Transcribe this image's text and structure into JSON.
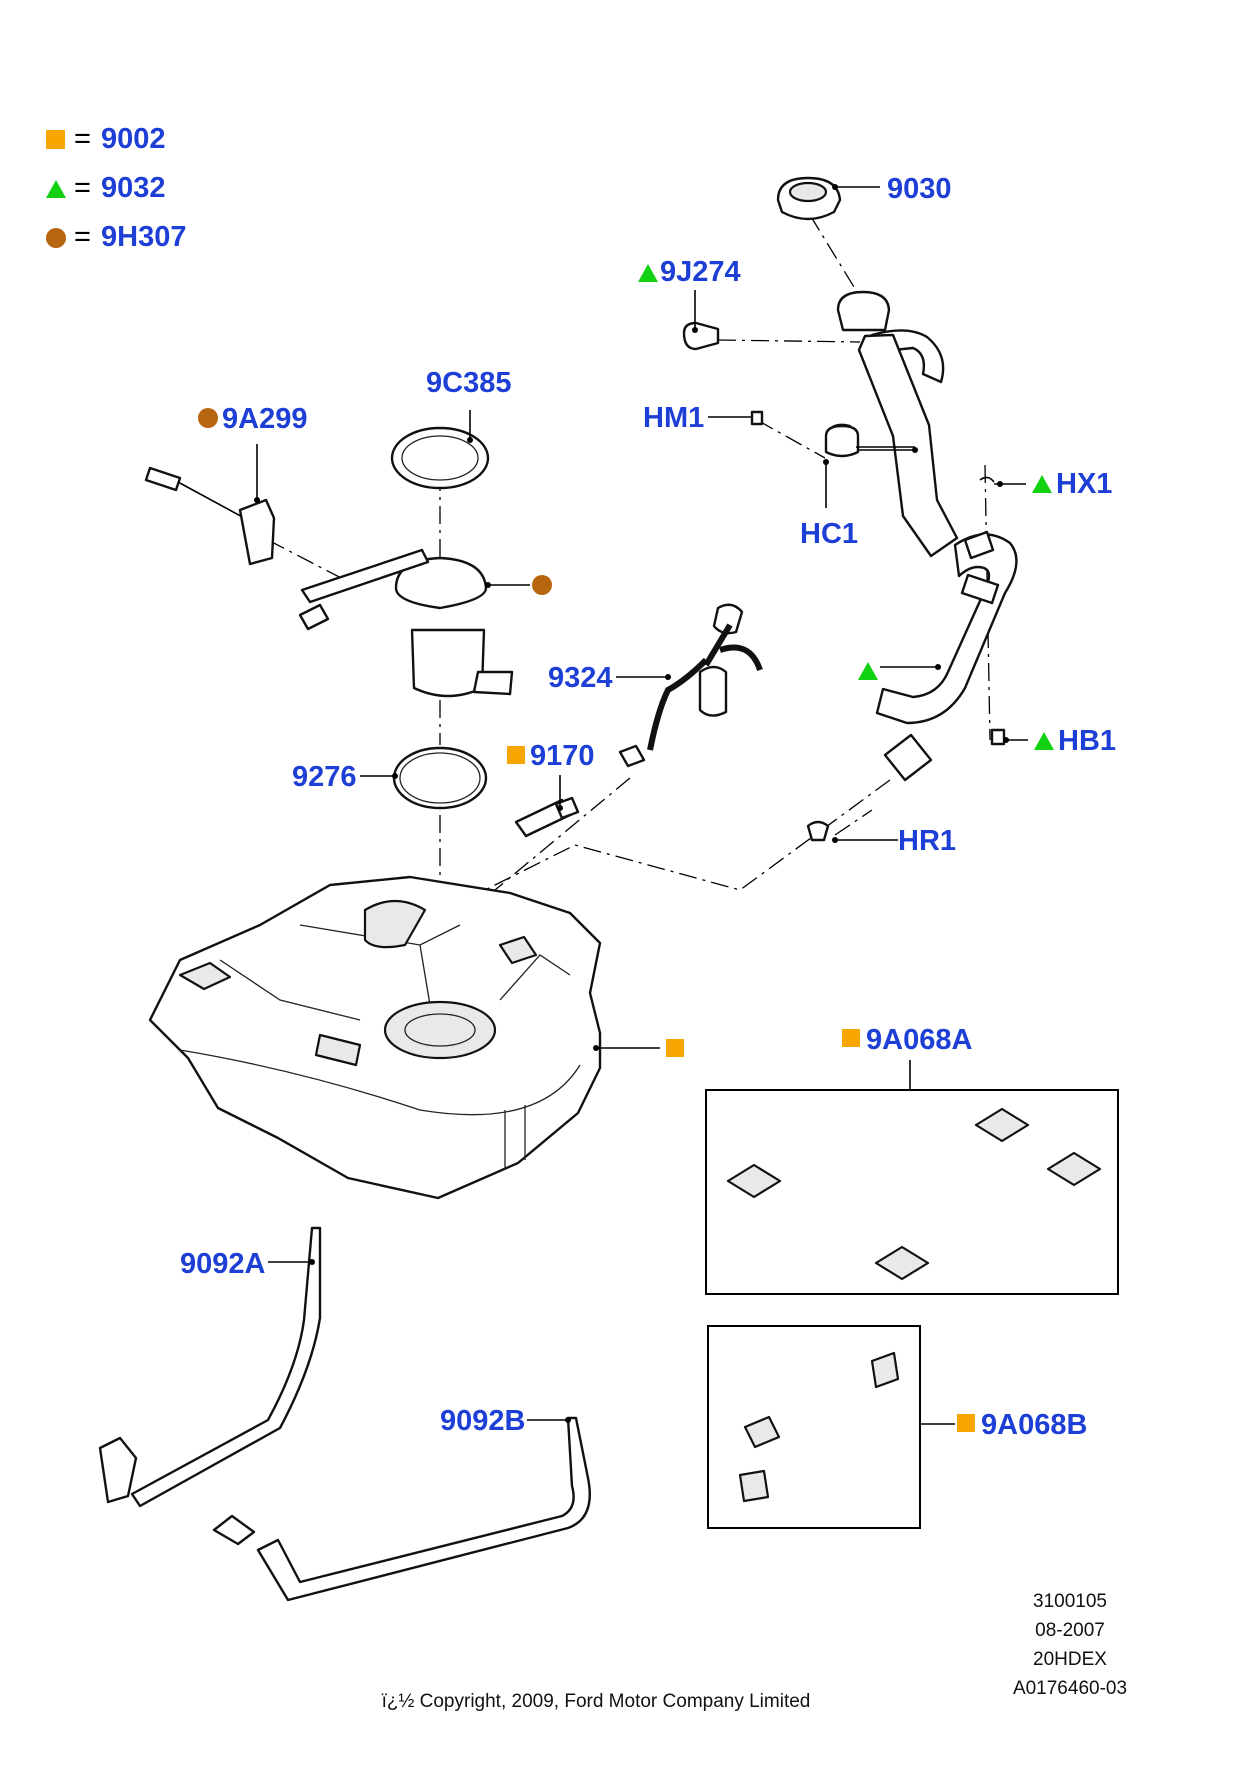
{
  "colors": {
    "label": "#1d3fd6",
    "square": "#f7a500",
    "triangle": "#12d012",
    "circle": "#b8650f"
  },
  "legend": [
    {
      "symbol": "square",
      "eq": "=",
      "code": "9002"
    },
    {
      "symbol": "triangle",
      "eq": "=",
      "code": "9032"
    },
    {
      "symbol": "circle",
      "eq": "=",
      "code": "9H307"
    }
  ],
  "labels": {
    "p9030": "9030",
    "p9J274": "9J274",
    "pHM1": "HM1",
    "pHC1": "HC1",
    "pHX1": "HX1",
    "pHB1": "HB1",
    "p9C385": "9C385",
    "p9A299": "9A299",
    "p9324": "9324",
    "p9170": "9170",
    "p9276": "9276",
    "pHR1": "HR1",
    "p9A068A": "9A068A",
    "p9A068B": "9A068B",
    "p9092A": "9092A",
    "p9092B": "9092B"
  },
  "footer": {
    "ref1": "3100105",
    "ref2": "08-2007",
    "ref3": "20HDEX",
    "ref4": "A0176460-03",
    "copyright": "ï¿½ Copyright, 2009, Ford Motor Company Limited"
  }
}
